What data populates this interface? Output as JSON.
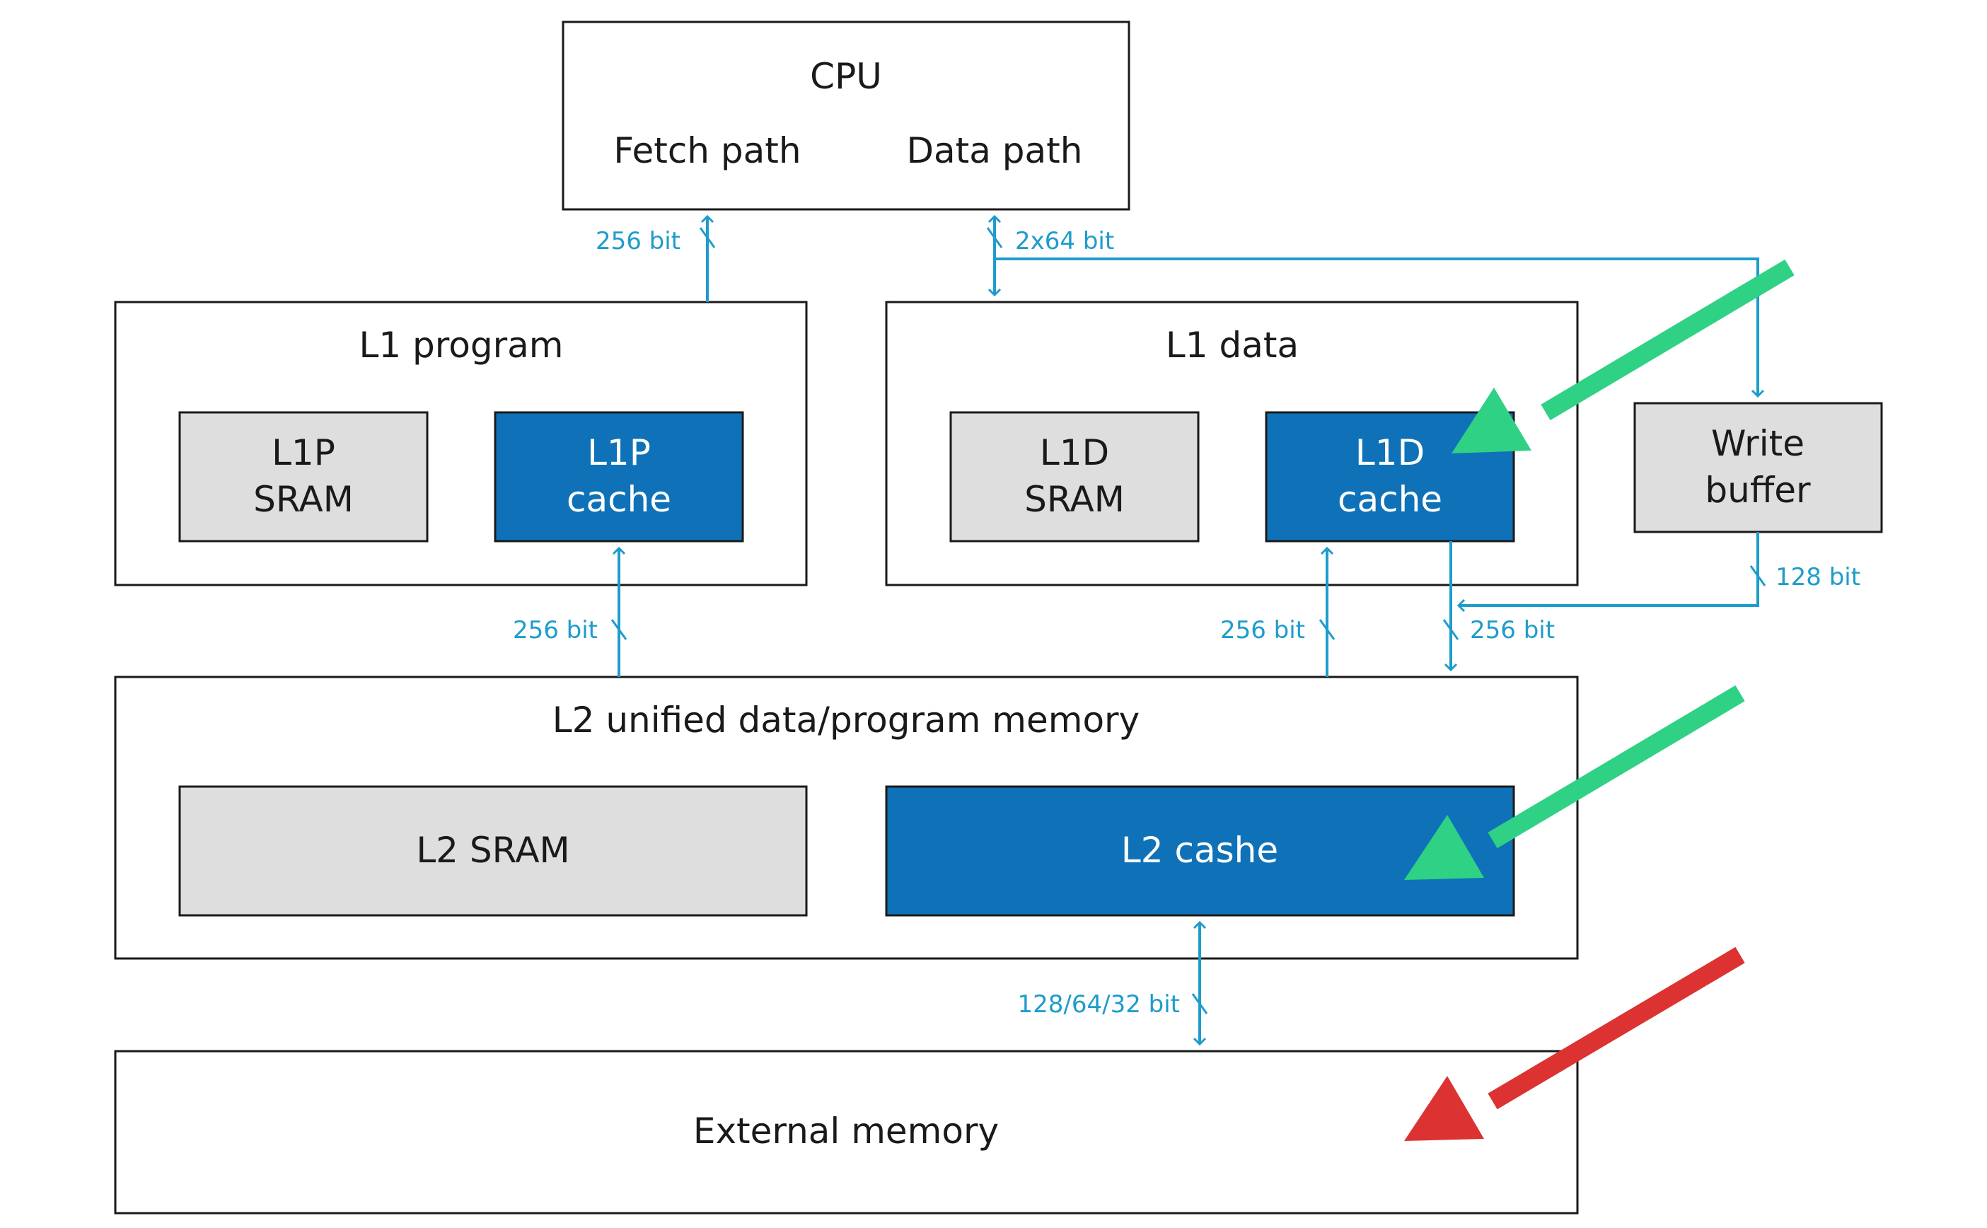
{
  "cpu": {
    "title": "CPU",
    "fetch_path": "Fetch path",
    "data_path": "Data path"
  },
  "l1_program": {
    "title": "L1 program",
    "sram_line1": "L1P",
    "sram_line2": "SRAM",
    "cache_line1": "L1P",
    "cache_line2": "cache"
  },
  "l1_data": {
    "title": "L1 data",
    "sram_line1": "L1D",
    "sram_line2": "SRAM",
    "cache_line1": "L1D",
    "cache_line2": "cache"
  },
  "write_buffer": {
    "line1": "Write",
    "line2": "buffer"
  },
  "l2": {
    "title": "L2 unified data/program memory",
    "sram": "L2 SRAM",
    "cache": "L2 cashe"
  },
  "external_memory": {
    "title": "External memory"
  },
  "buses": {
    "cpu_l1p": "256 bit",
    "cpu_l1d": "2x64 bit",
    "l1p_l2": "256 bit",
    "l1d_l2_up": "256 bit",
    "l1d_l2_down": "256 bit",
    "write_buffer_bus": "128 bit",
    "l2_external": "128/64/32 bit"
  },
  "colors": {
    "bus": "#1e9ccc",
    "cache": "#0f72b8",
    "sram": "#dedede",
    "highlight_arrow": "#2fd184",
    "warning_arrow": "#dc3232"
  }
}
